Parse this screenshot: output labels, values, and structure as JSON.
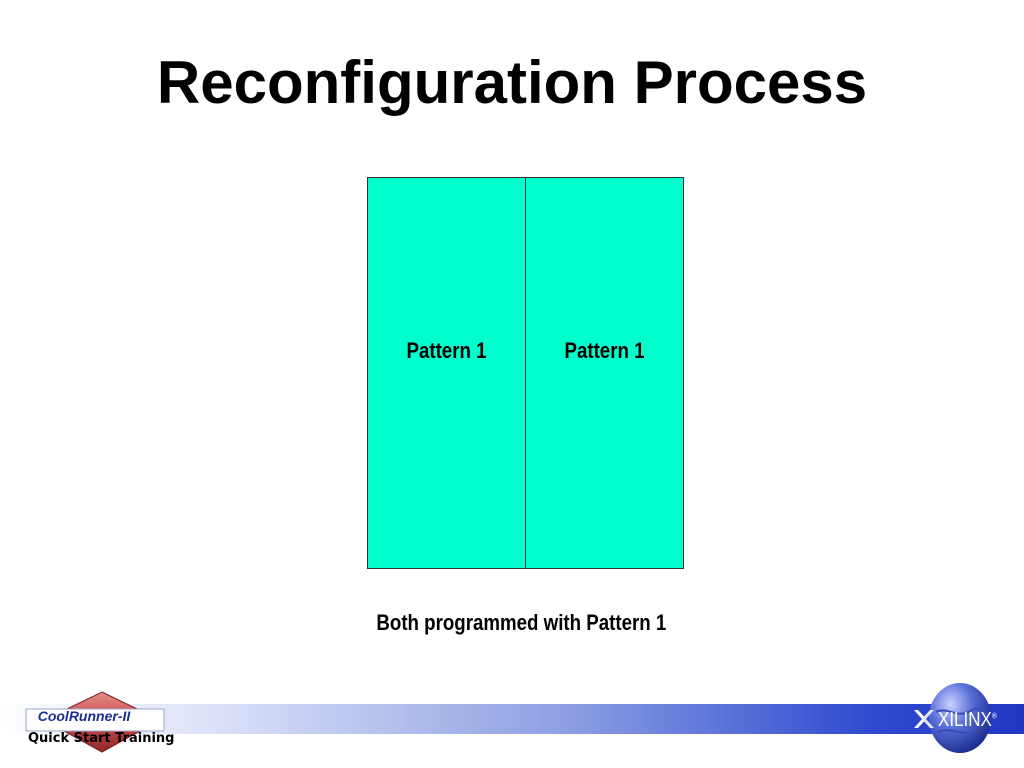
{
  "slide": {
    "title": "Reconfiguration Process",
    "diagram": {
      "left_label": "Pattern 1",
      "right_label": "Pattern 1",
      "fill_color": "#00ffcc"
    },
    "caption": "Both programmed with Pattern 1"
  },
  "footer": {
    "product_logo_text": "CoolRunner-II",
    "training_label": "Quick Start Training",
    "brand_name": "XILINX",
    "brand_mark": "®",
    "bar_color": "#2037c4"
  },
  "icons": {
    "product_logo": "coolrunner-diamond-logo",
    "brand_globe": "globe-icon",
    "brand_symbol": "xilinx-x-icon"
  }
}
